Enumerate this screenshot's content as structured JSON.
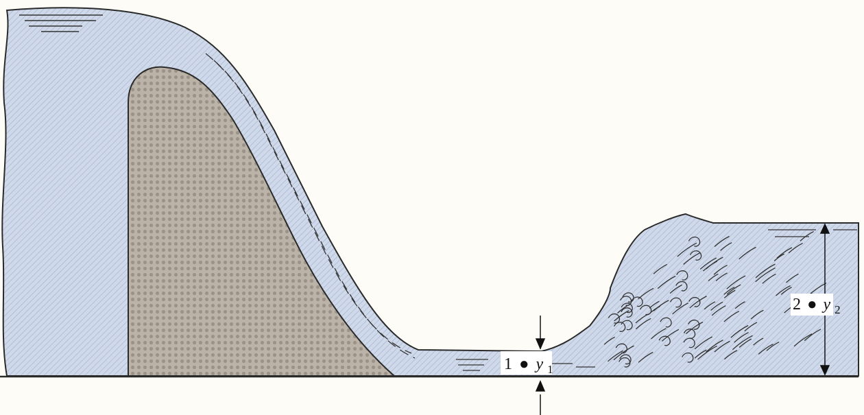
{
  "labels": {
    "section1": {
      "num": "1",
      "dot": "●",
      "var": "y",
      "sub": "1"
    },
    "section2": {
      "num": "2",
      "dot": "●",
      "var": "y",
      "sub": "2"
    }
  },
  "colors": {
    "water": "#c9d4e6",
    "water_hatch": "#9fb0cc",
    "dam": "#b5aea4",
    "dam_hatch": "#8f877c",
    "outline": "#2a2a2a",
    "paper": "#fdfcf7"
  }
}
